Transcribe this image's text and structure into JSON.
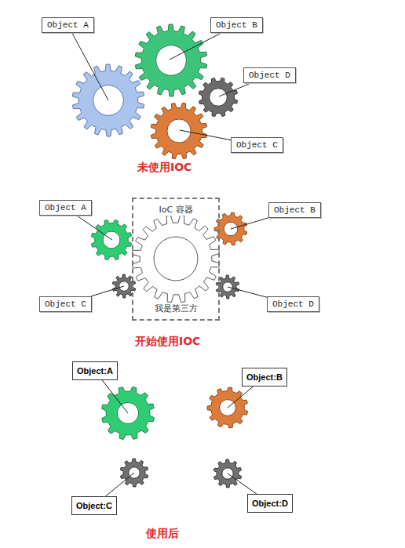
{
  "diagram": {
    "nodes": [
      {
        "text": [
          "Object A"
        ]
      },
      {
        "text": [
          "Object B"
        ]
      },
      {
        "text": [
          "Object D"
        ]
      },
      {
        "text": [
          "Object C"
        ]
      },
      {
        "text": [
          "Object A"
        ]
      },
      {
        "text": [
          "IoC 容器",
          "我是第三方"
        ]
      },
      {
        "text": [
          "Object B"
        ]
      },
      {
        "text": [
          "Object C"
        ]
      },
      {
        "text": [
          "Object D"
        ]
      },
      {
        "text": [
          "Object:A"
        ]
      },
      {
        "text": [
          "Object:B"
        ]
      },
      {
        "text": [
          "Object:C"
        ]
      },
      {
        "text": [
          "Object:D"
        ]
      }
    ],
    "labels": [
      "未使用IOC",
      "开始使用IOC",
      "使用后"
    ]
  }
}
